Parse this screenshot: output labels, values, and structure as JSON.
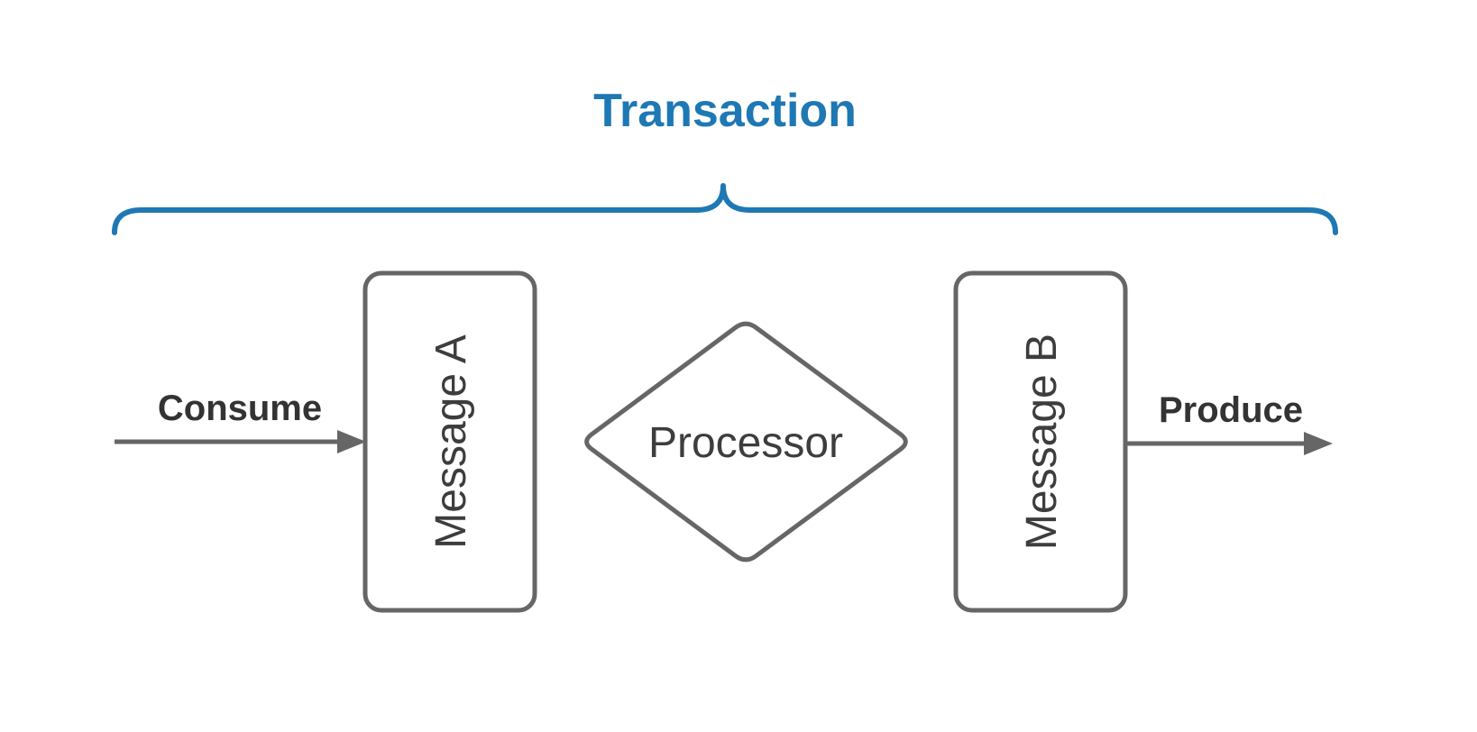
{
  "title": {
    "text": "Transaction"
  },
  "nodes": {
    "message_a": {
      "label": "Message A",
      "shape": "rounded-rectangle",
      "text_rotation": -90
    },
    "processor": {
      "label": "Processor",
      "shape": "diamond"
    },
    "message_b": {
      "label": "Message B",
      "shape": "rounded-rectangle",
      "text_rotation": -90
    }
  },
  "edges": {
    "consume": {
      "label": "Consume",
      "direction": "into-message-a"
    },
    "produce": {
      "label": "Produce",
      "direction": "out-of-message-b"
    }
  },
  "colors": {
    "accent_blue": "#1e78b4",
    "shape_stroke": "#666666",
    "node_text": "#3d3d3d",
    "edge_label_text": "#333333",
    "background": "#ffffff"
  }
}
